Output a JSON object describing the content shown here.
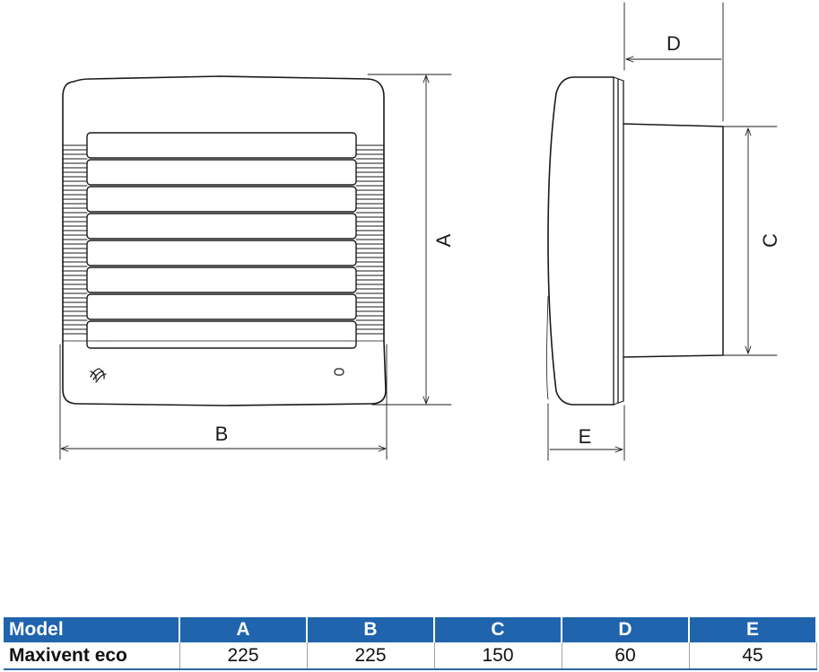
{
  "dimension_labels": {
    "A": "A",
    "B": "B",
    "C": "C",
    "D": "D",
    "E": "E"
  },
  "table": {
    "headers": [
      "Model",
      "A",
      "B",
      "C",
      "D",
      "E"
    ],
    "rows": [
      {
        "model": "Maxivent eco",
        "values": [
          "225",
          "225",
          "150",
          "60",
          "45"
        ]
      }
    ],
    "header_color": "#1f64ad"
  }
}
